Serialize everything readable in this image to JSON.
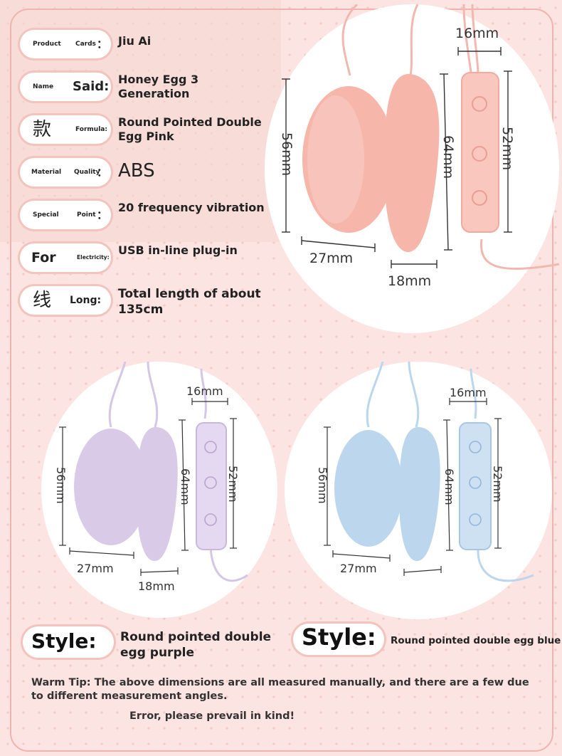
{
  "specs": [
    {
      "k1": "Product",
      "k2": "Cards",
      "colon": "：",
      "value": "Jiu Ai"
    },
    {
      "k1": "Name",
      "k2": "Said:",
      "value": "Honey Egg 3 Generation"
    },
    {
      "k1": "款",
      "k2": "Formula:",
      "value": "Round Pointed Double Egg Pink"
    },
    {
      "k1": "Material",
      "k2": "Quality",
      "colon": "：",
      "value": "ABS"
    },
    {
      "k1": "Special",
      "k2": "Point",
      "colon": "：",
      "value": "20 frequency vibration"
    },
    {
      "k1": "For",
      "k2": "Electricity:",
      "value": "USB in-line plug-in"
    },
    {
      "k1": "线",
      "k2": "Long:",
      "value": "Total length of about 135cm"
    }
  ],
  "dimensions": {
    "remote_width": "16mm",
    "egg_height": "56mm",
    "bullet_height": "64mm",
    "remote_height": "52mm",
    "egg_width": "27mm",
    "bullet_width": "18mm"
  },
  "colors": {
    "pink": "#f5b3a8",
    "purple": "#d9cbe8",
    "blue": "#bcd6ee"
  },
  "styles": [
    {
      "label": "Style:",
      "value": "Round pointed double egg purple"
    },
    {
      "label": "Style:",
      "value": "Round pointed double egg blue"
    }
  ],
  "tip": {
    "line1": "Warm Tip: The above dimensions are all measured manually, and there are a few due to different measurement angles.",
    "line2": "Error, please prevail in kind!"
  }
}
